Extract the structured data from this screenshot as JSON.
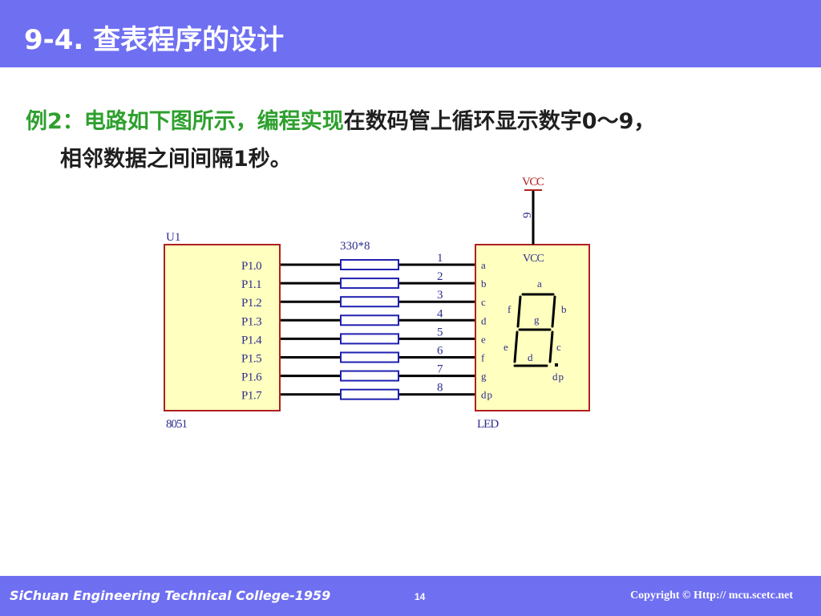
{
  "header": {
    "title": "9-4.  查表程序的设计"
  },
  "body": {
    "line1_highlight": "例2：电路如下图所示，编程实现",
    "line1_rest": "在数码管上循环显示数字0～9，",
    "line2": "相邻数据之间间隔1秒。"
  },
  "diagram": {
    "mcu": {
      "ref": "U1",
      "part": "8051",
      "pins": [
        "P1.0",
        "P1.1",
        "P1.2",
        "P1.3",
        "P1.4",
        "P1.5",
        "P1.6",
        "P1.7"
      ]
    },
    "resistor": {
      "label": "330*8"
    },
    "led": {
      "part": "LED",
      "vcc_pin_label": "VCC",
      "pin_numbers": [
        "1",
        "2",
        "3",
        "4",
        "5",
        "6",
        "7",
        "8"
      ],
      "pin_names": [
        "a",
        "b",
        "c",
        "d",
        "e",
        "f",
        "g",
        "dp"
      ],
      "segment_labels": {
        "a": "a",
        "b": "b",
        "c": "c",
        "d": "d",
        "e": "e",
        "f": "f",
        "g": "g",
        "dp": "dp"
      },
      "vcc_pin_number": "9"
    },
    "vcc_label": "VCC",
    "colors": {
      "box_fill": "#ffffc0",
      "box_stroke": "#b02020",
      "resistor_stroke": "#2020b0",
      "wire": "#000000",
      "pin_label": "#2c2c8c"
    }
  },
  "footer": {
    "college": "SiChuan Engineering Technical College-1959",
    "page_number": "14",
    "copyright": "Copyright © Http:// mcu.scetc.net"
  }
}
